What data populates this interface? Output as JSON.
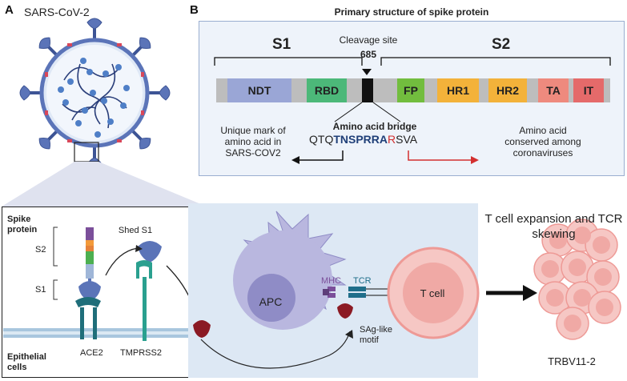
{
  "panel_a": {
    "letter": "A",
    "virus_title": "SARS-CoV-2",
    "spike_protein": "Spike protein",
    "s2": "S2",
    "s1": "S1",
    "shed_s1": "Shed S1",
    "epithelial_cells": "Epithelial cells",
    "ace2": "ACE2",
    "tmprss2": "TMPRSS2"
  },
  "panel_b": {
    "letter": "B",
    "title": "Primary structure of spike protein",
    "s1": "S1",
    "s2": "S2",
    "cleavage_site": "Cleavage site",
    "cleavage_pos": "685",
    "domains": [
      "NDT",
      "RBD",
      "FP",
      "HR1",
      "HR2",
      "TA",
      "IT"
    ],
    "bridge_title": "Amino acid bridge",
    "seq_pre": "QTQ",
    "seq_bold": "TNSPRRA",
    "seq_red": "R",
    "seq_post": "SVA",
    "unique_mark": "Unique mark of amino acid in SARS-COV2",
    "conserved": "Amino acid conserved among coronaviruses"
  },
  "panel_c": {
    "apc": "APC",
    "mhc": "MHC",
    "tcr": "TCR",
    "tcell": "T cell",
    "sag": "SAg-like motif",
    "expansion": "T cell expansion and TCR skewing",
    "trbv": "TRBV11-2"
  },
  "colors": {
    "ndt": "#9aa6d6",
    "rbd": "#4cb879",
    "fp": "#72bd3e",
    "hr1": "#f3b23a",
    "hr2": "#f3b23a",
    "ta": "#ee8a7e",
    "it": "#e56a6a",
    "gray": "#bdbdbd",
    "tcr_blue": "#1f6e8a",
    "mhc_purple": "#7b4f9a",
    "red_aa": "#d32f2f"
  }
}
